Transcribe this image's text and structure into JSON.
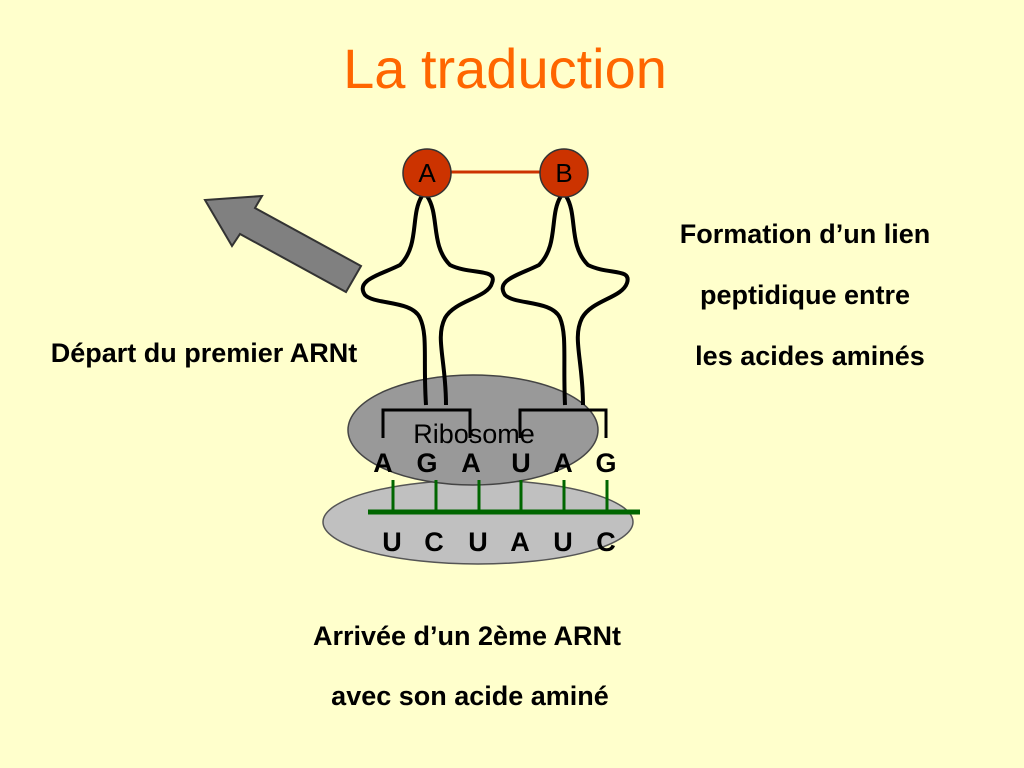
{
  "title": "La traduction",
  "labels": {
    "departure": "Départ du premier ARNt",
    "formation": [
      "Formation d’un lien",
      "peptidique entre",
      "les acides aminés"
    ],
    "arrival": [
      "Arrivée d’un 2ème ARNt",
      "avec son acide aminé"
    ],
    "ribosome": "Ribosome"
  },
  "amino_acids": [
    "A",
    "B"
  ],
  "anticodon": [
    "A",
    "G",
    "A",
    "U",
    "A",
    "G"
  ],
  "codon": [
    "U",
    "C",
    "U",
    "A",
    "U",
    "C"
  ],
  "colors": {
    "background": "#ffffcc",
    "title": "#ff6600",
    "amino_acid_fill": "#cc3300",
    "peptide_bond": "#cc3300",
    "mrna_line": "#006600",
    "ribosome_top": "#999999",
    "ribosome_bottom": "#c0c0c0",
    "arrow": "#808080"
  }
}
